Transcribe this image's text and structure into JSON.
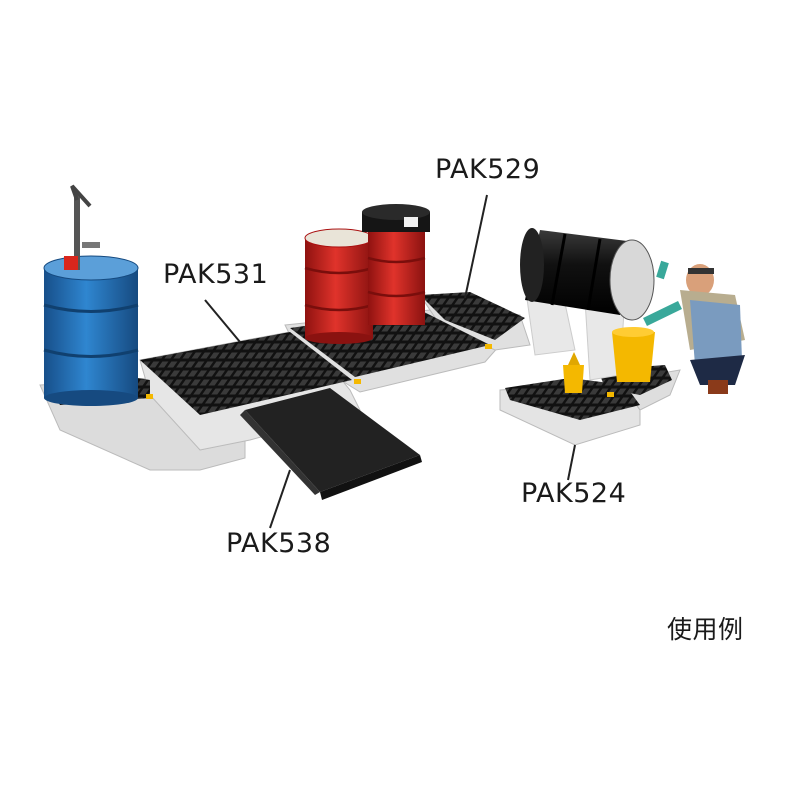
{
  "labels": {
    "pak529": "PAK529",
    "pak531": "PAK531",
    "pak524": "PAK524",
    "pak538": "PAK538"
  },
  "caption": "使用例",
  "colors": {
    "grating": "#1e1e1e",
    "pallet": "#e8e8e8",
    "blue_drum": "#1f6fb8",
    "red_drum": "#c8201c",
    "black_drum": "#141414",
    "yellow": "#f4b800",
    "worker_shirt": "#b8ad8f",
    "worker_apron": "#7a9bbf",
    "glove": "#39a89a"
  }
}
